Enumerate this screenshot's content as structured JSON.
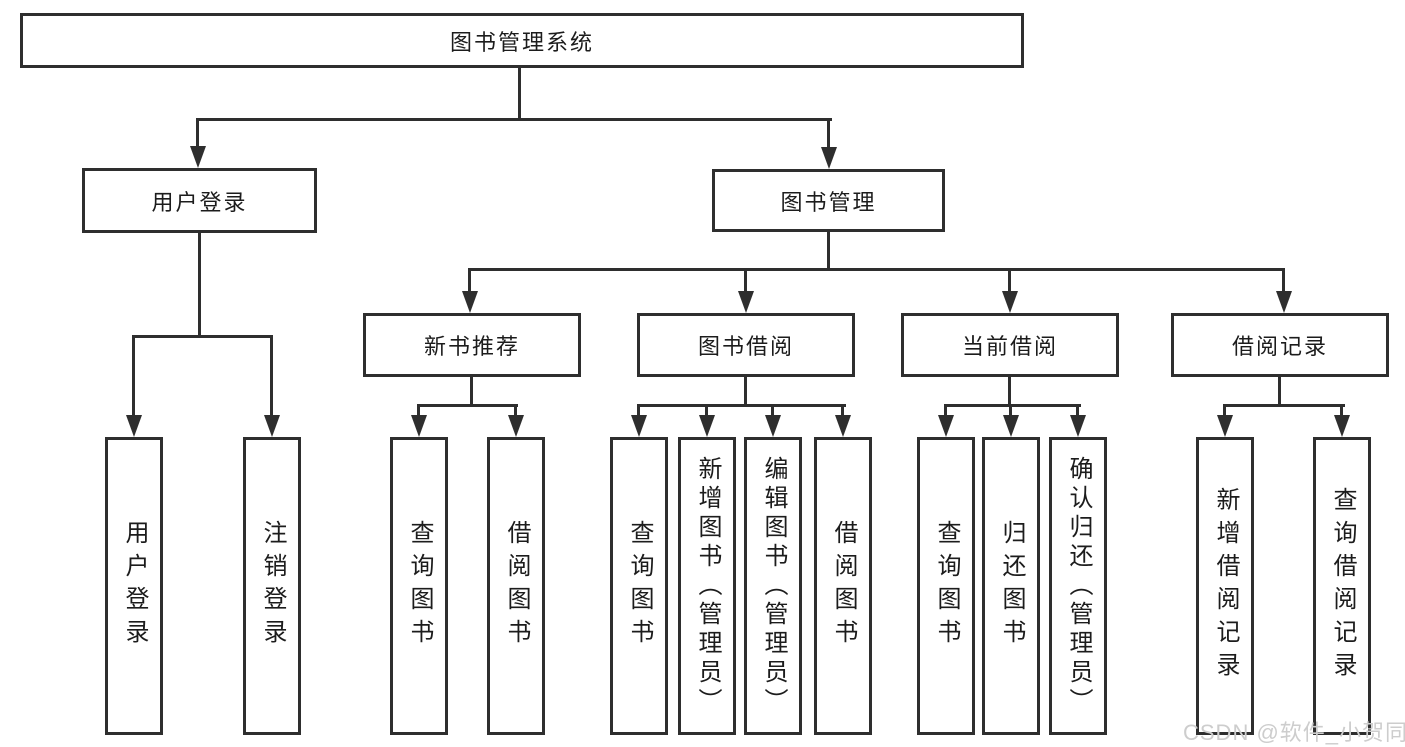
{
  "diagram": {
    "root": {
      "label": "图书管理系统"
    },
    "branches": [
      {
        "label": "用户登录",
        "children": [
          {
            "label": "用户登录"
          },
          {
            "label": "注销登录"
          }
        ]
      },
      {
        "label": "图书管理",
        "children": [
          {
            "label": "新书推荐",
            "children": [
              {
                "label": "查询图书"
              },
              {
                "label": "借阅图书"
              }
            ]
          },
          {
            "label": "图书借阅",
            "children": [
              {
                "label": "查询图书"
              },
              {
                "label": "新增图书（管理员）"
              },
              {
                "label": "编辑图书（管理员）"
              },
              {
                "label": "借阅图书"
              }
            ]
          },
          {
            "label": "当前借阅",
            "children": [
              {
                "label": "查询图书"
              },
              {
                "label": "归还图书"
              },
              {
                "label": "确认归还（管理员）"
              }
            ]
          },
          {
            "label": "借阅记录",
            "children": [
              {
                "label": "新增借阅记录"
              },
              {
                "label": "查询借阅记录"
              }
            ]
          }
        ]
      }
    ]
  },
  "watermark": {
    "text": "CSDN @软件_小贺同学"
  },
  "colors": {
    "line": "#2e2e2e",
    "text": "#1c1c1c",
    "watermark": "#cdcdcd",
    "background": "#ffffff"
  }
}
